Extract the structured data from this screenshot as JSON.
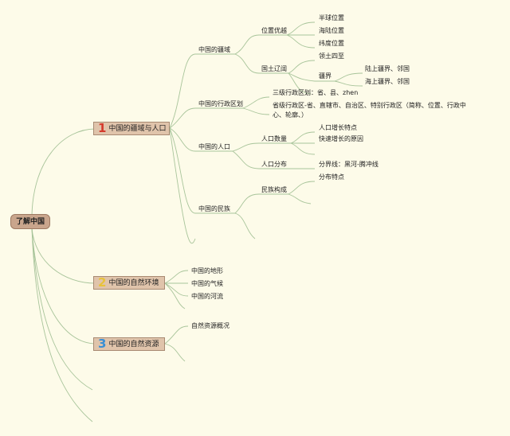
{
  "root": {
    "label": "了解中国"
  },
  "colors": {
    "background": "#fdfbe9",
    "lines": "#a8c49a",
    "num1": "#d43a2c",
    "num2": "#e8c23a",
    "num3": "#3a8fd4"
  },
  "branch1": {
    "number": "1",
    "label": "中国的疆域与人口",
    "territory": {
      "label": "中国的疆域",
      "location": {
        "label": "位置优越",
        "items": [
          "半球位置",
          "海陆位置",
          "纬度位置"
        ]
      },
      "land": {
        "label": "国土辽阔",
        "extent": "领土四至",
        "border": "疆界",
        "border_items": [
          "陆上疆界、邻国",
          "海上疆界、邻国"
        ]
      }
    },
    "admin": {
      "label": "中国的行政区划",
      "items": [
        "三级行政区划：省、县、zhen",
        "省级行政区-省、直辖市、自治区、特别行政区（简称、位置、行政中心、轮廓、）"
      ]
    },
    "population": {
      "label": "中国的人口",
      "count": {
        "label": "人口数量",
        "items": [
          "人口增长特点",
          "快速增长的原因"
        ]
      },
      "distribution": {
        "label": "人口分布",
        "item": "分界线：黑河-腾冲线"
      }
    },
    "ethnic": {
      "label": "中国的民族",
      "composition": {
        "label": "民族构成",
        "item": "分布特点"
      }
    }
  },
  "branch2": {
    "number": "2",
    "label": "中国的自然环境",
    "items": [
      "中国的地形",
      "中国的气候",
      "中国的河流"
    ]
  },
  "branch3": {
    "number": "3",
    "label": "中国的自然资源",
    "items": [
      "自然资源概况"
    ]
  }
}
